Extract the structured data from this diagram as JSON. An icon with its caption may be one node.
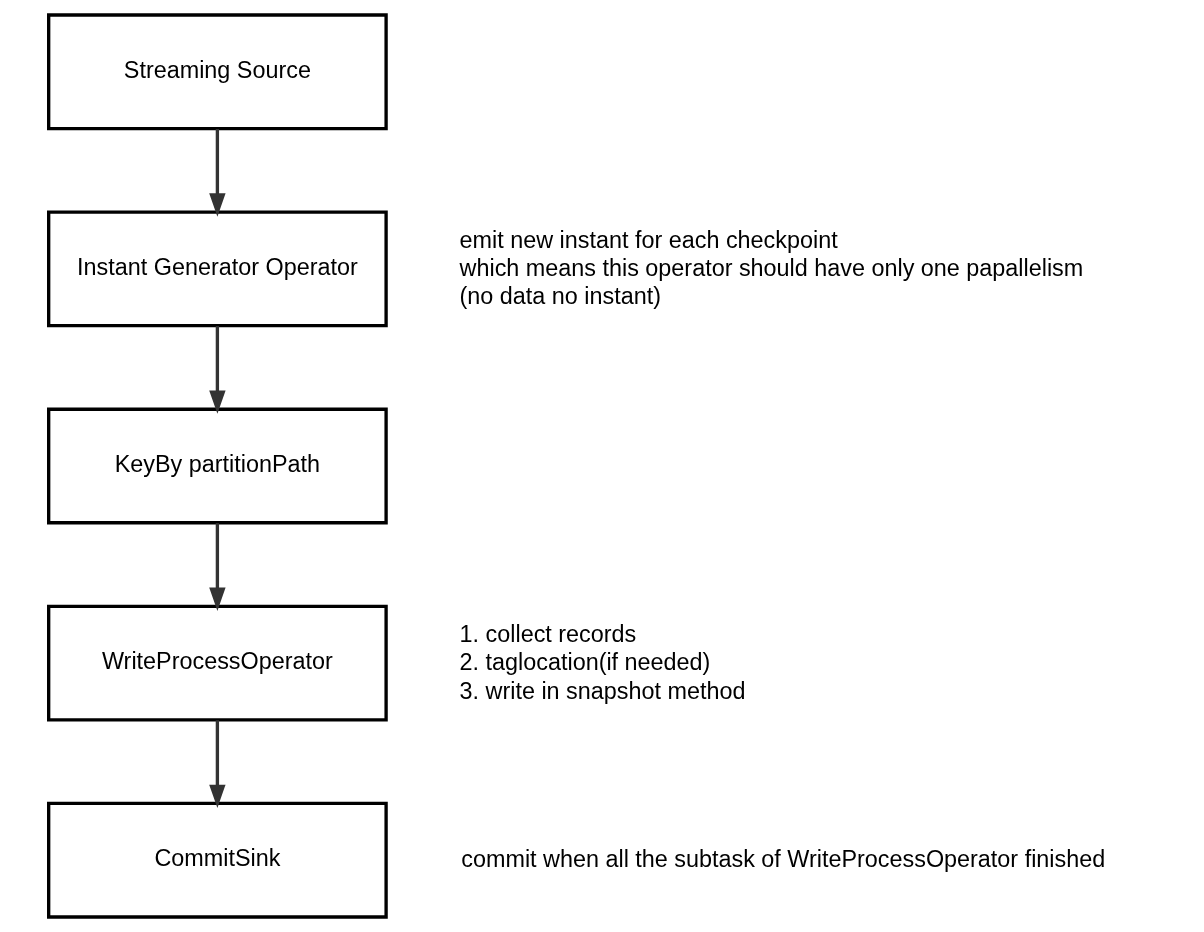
{
  "diagram": {
    "nodes": [
      {
        "text": [
          "Streaming Source"
        ]
      },
      {
        "text": [
          "Instant Generator Operator"
        ],
        "beside": [
          "emit new instant for each checkpoint",
          "which means this operator should have only one papallelism",
          "(no data no instant)"
        ]
      },
      {
        "text": [
          "KeyBy partitionPath"
        ]
      },
      {
        "text": [
          "WriteProcessOperator"
        ],
        "beside": [
          "1. collect records",
          "2. taglocation(if needed)",
          "3. write in snapshot method"
        ]
      },
      {
        "text": [
          "CommitSink"
        ],
        "beside": [
          "commit when all the subtask of WriteProcessOperator finished"
        ]
      }
    ],
    "edges": [
      {
        "from": 0,
        "to": 1,
        "arrow": "to"
      },
      {
        "from": 1,
        "to": 2,
        "arrow": "to"
      },
      {
        "from": 2,
        "to": 3,
        "arrow": "to"
      },
      {
        "from": 3,
        "to": 4,
        "arrow": "to"
      }
    ]
  }
}
